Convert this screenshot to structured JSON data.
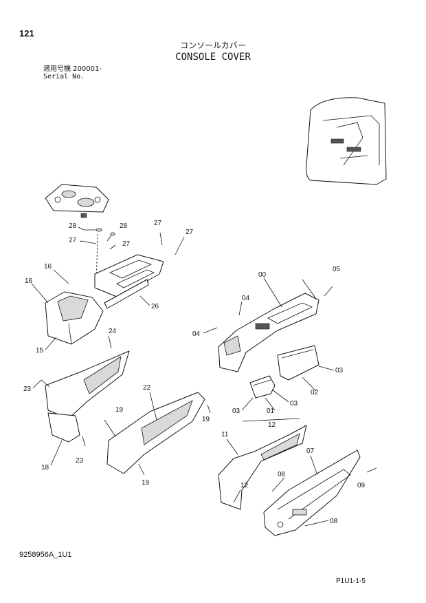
{
  "header": {
    "page_number": "121",
    "title_jp": "コンソールカバー",
    "title_en": "CONSOLE COVER",
    "serial_label_jp": "適用号機  200001-",
    "serial_label_en": "Serial No."
  },
  "footer": {
    "doc_id": "9258956A_1U1",
    "page_ref": "P1U1-1-5"
  },
  "callouts": [
    "00",
    "01",
    "02",
    "03",
    "04",
    "05",
    "07",
    "08",
    "09",
    "11",
    "12",
    "15",
    "16",
    "18",
    "19",
    "22",
    "23",
    "24",
    "26",
    "27",
    "28"
  ]
}
